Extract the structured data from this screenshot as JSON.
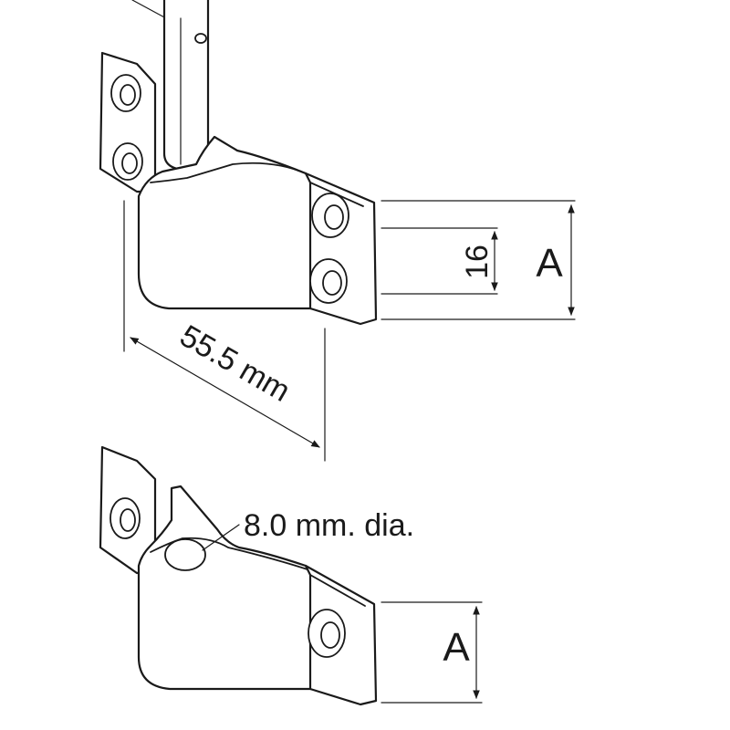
{
  "diagram": {
    "dimension_length": "55.5 mm",
    "dimension_spacing": "16",
    "dimension_height_top": "A",
    "dimension_height_bottom": "A",
    "hole_diameter_label": "8.0 mm. dia."
  },
  "colors": {
    "line": "#1a1a1a",
    "background": "#ffffff"
  }
}
